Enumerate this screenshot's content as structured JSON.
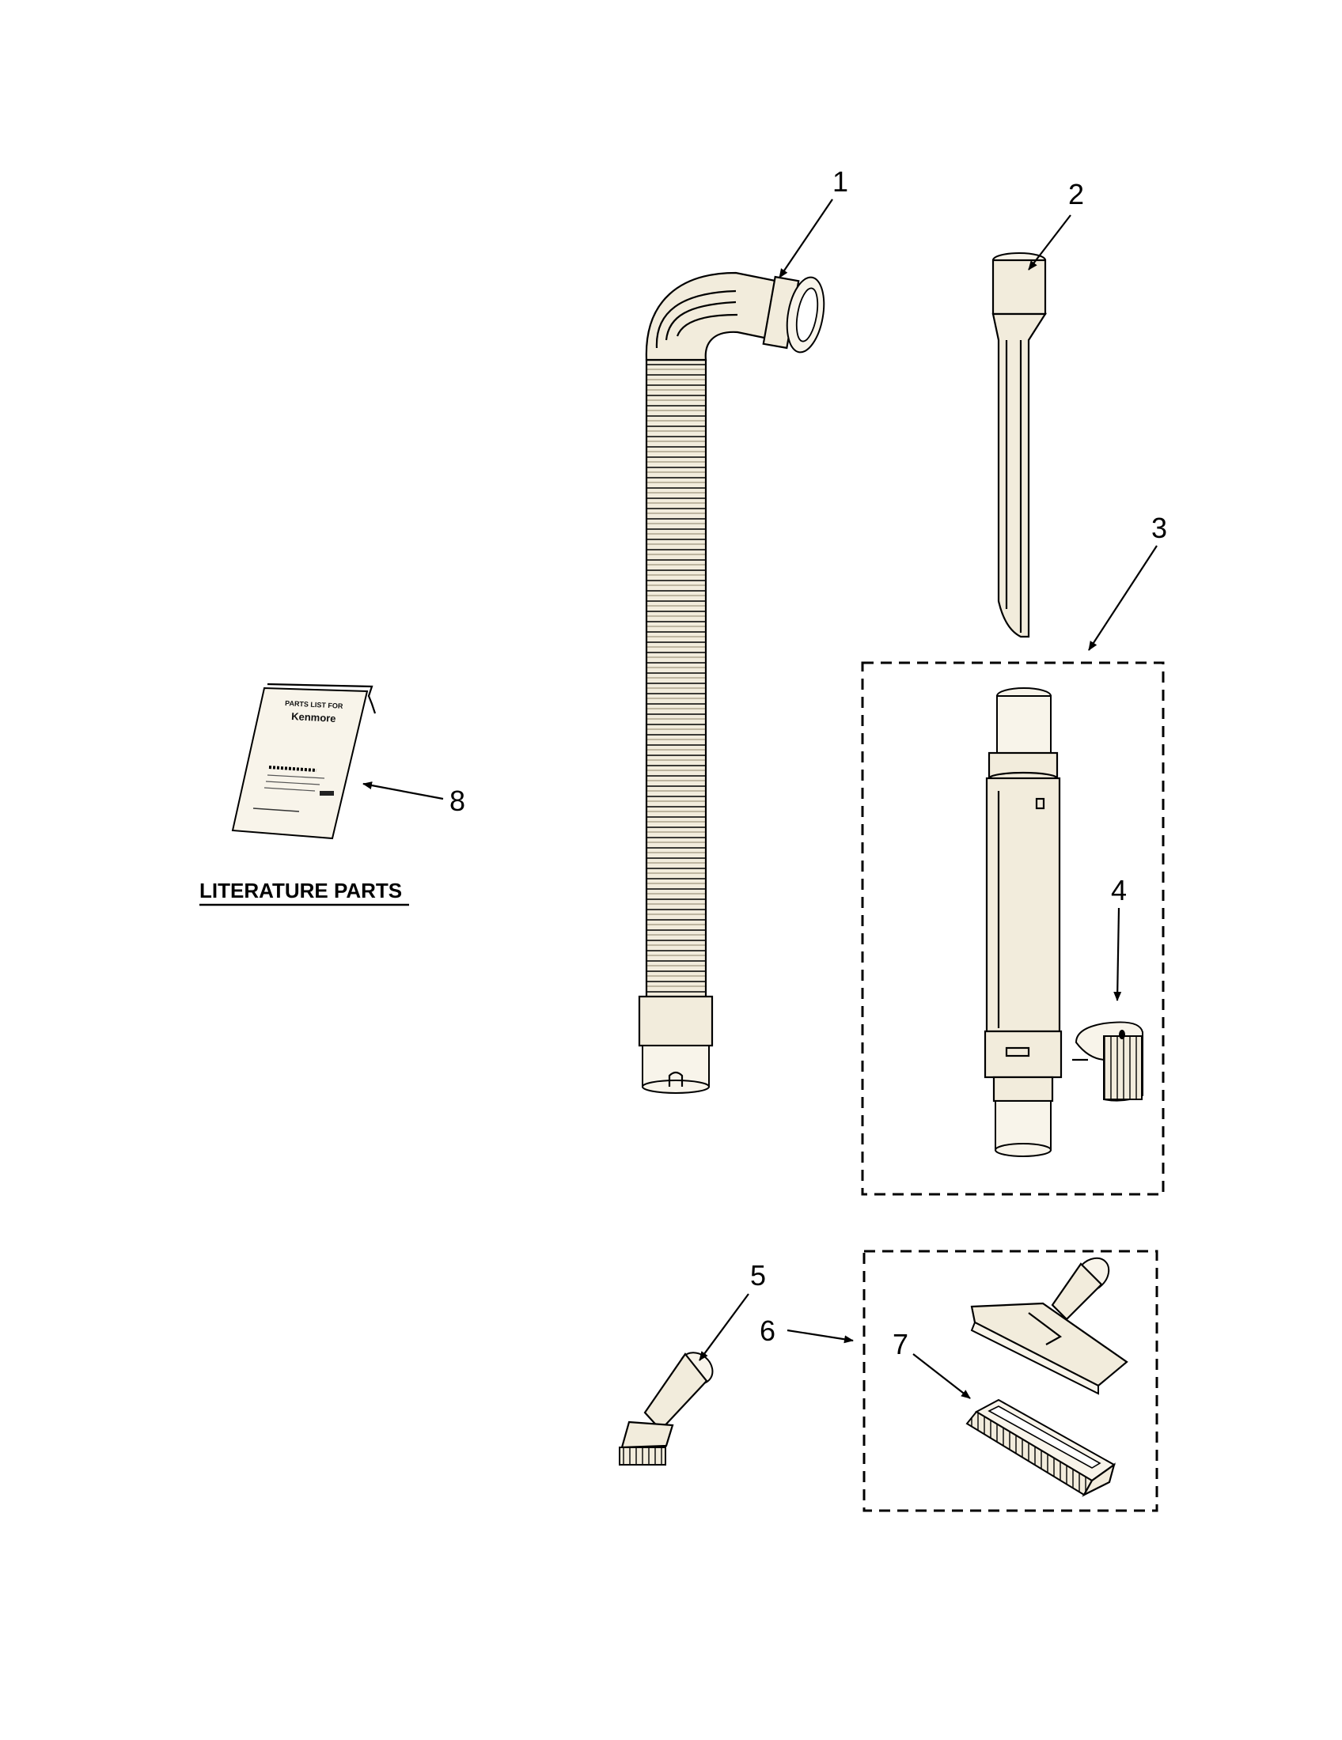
{
  "callouts": {
    "c1": "1",
    "c2": "2",
    "c3": "3",
    "c4": "4",
    "c5": "5",
    "c6": "6",
    "c7": "7",
    "c8": "8"
  },
  "literature": {
    "title": "LITERATURE PARTS",
    "booklet_title": "PARTS LIST FOR",
    "booklet_brand": "Kenmore"
  },
  "colors": {
    "line": "#000000",
    "part_fill": "#f2ecdc",
    "background": "#ffffff"
  }
}
